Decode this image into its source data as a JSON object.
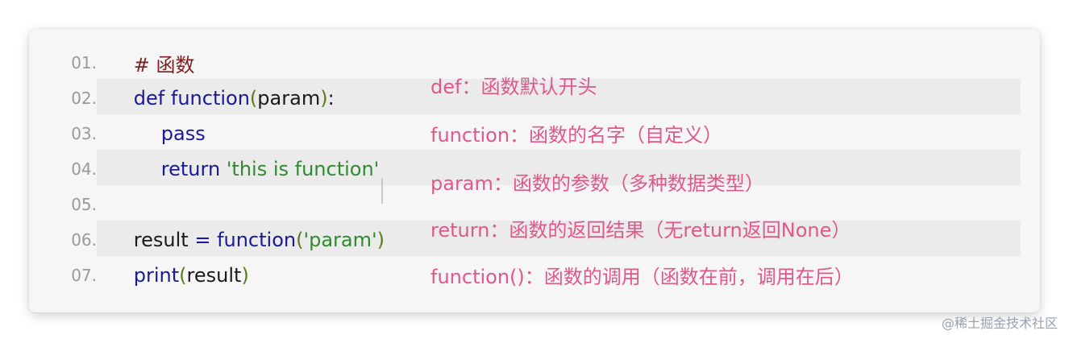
{
  "code": {
    "line_numbers": [
      "01.",
      "02.",
      "03.",
      "04.",
      "05.",
      "06.",
      "07."
    ],
    "line1": {
      "comment": "# 函数"
    },
    "line2": {
      "kw": "def",
      "space": " ",
      "fn": "function",
      "paren_open": "(",
      "param": "param",
      "paren_close": ")",
      "colon": ":"
    },
    "line3": {
      "kw": "pass"
    },
    "line4": {
      "kw": "return",
      "space": " ",
      "str": "'this is function'"
    },
    "line6": {
      "var": "result",
      "eq": " = ",
      "fn": "function",
      "paren_open": "(",
      "str": "'param'",
      "paren_close": ")"
    },
    "line7": {
      "fn": "print",
      "paren_open": "(",
      "arg": "result",
      "paren_close": ")"
    }
  },
  "notes": [
    "def：函数默认开头",
    "function：函数的名字（自定义）",
    "param：函数的参数（多种数据类型）",
    "return：函数的返回结果（无return返回None）",
    "function()：函数的调用（函数在前，调用在后）"
  ],
  "watermark": "@稀土掘金技术社区",
  "colors": {
    "keyword": "#1a1a99",
    "string": "#2e8b2e",
    "comment": "#7a1f1f",
    "annotation": "#e0588a",
    "line_number": "#999999"
  }
}
